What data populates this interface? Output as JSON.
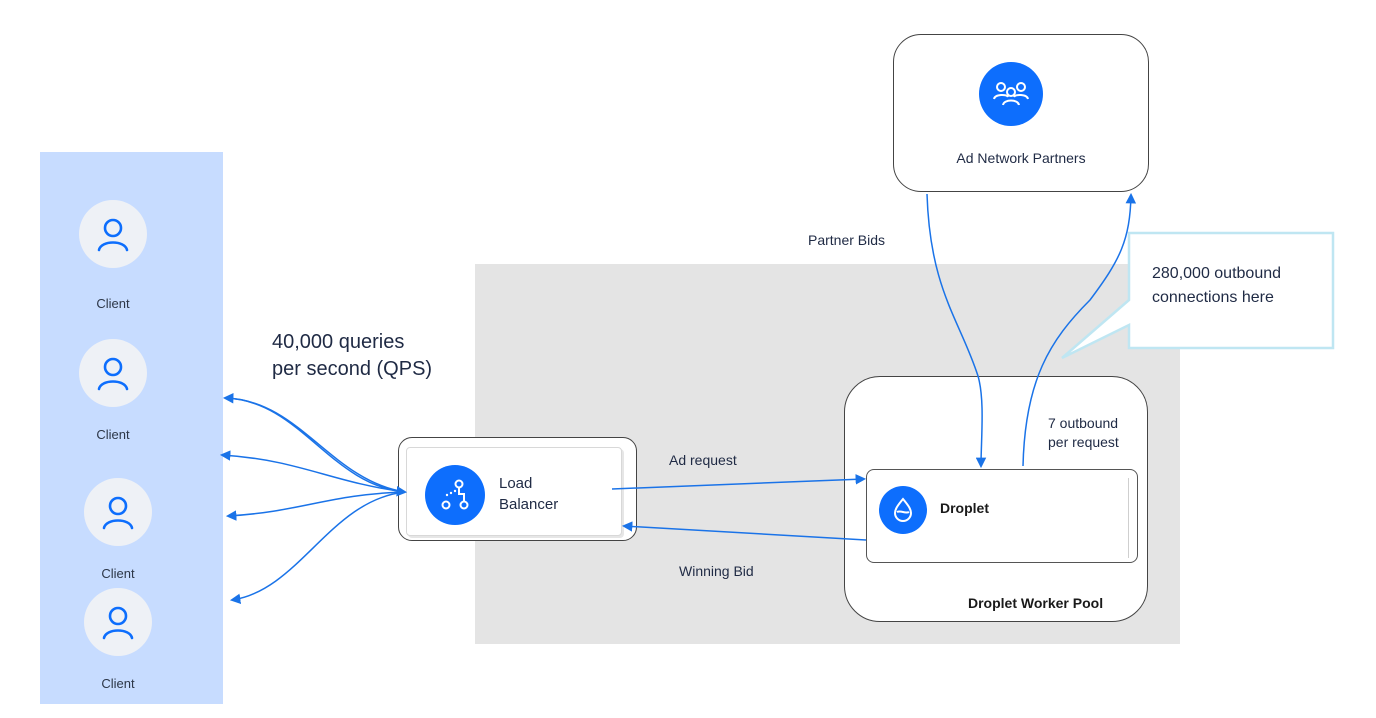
{
  "clients": [
    {
      "label": "Client"
    },
    {
      "label": "Client"
    },
    {
      "label": "Client"
    },
    {
      "label": "Client"
    }
  ],
  "qps_text": {
    "line1": "40,000 queries",
    "line2": "per second (QPS)"
  },
  "load_balancer": {
    "line1": "Load",
    "line2": "Balancer"
  },
  "edges": {
    "ad_request": "Ad request",
    "winning_bid": "Winning Bid",
    "partner_bids": "Partner Bids",
    "outbound_line1": "7 outbound",
    "outbound_line2": "per request"
  },
  "droplet": {
    "label": "Droplet"
  },
  "pool": {
    "label": "Droplet Worker Pool"
  },
  "ad_network": {
    "label": "Ad Network Partners"
  },
  "callout": {
    "line1": "280,000 outbound",
    "line2": "connections here"
  },
  "colors": {
    "accent": "#0d6efd",
    "client_panel": "#c7dcff",
    "gray_zone": "#e4e4e4",
    "callout_border": "#bfe6f2",
    "arrow": "#1a73e8"
  },
  "icons": [
    "user-icon",
    "load-balancer-icon",
    "droplet-icon",
    "people-group-icon"
  ]
}
